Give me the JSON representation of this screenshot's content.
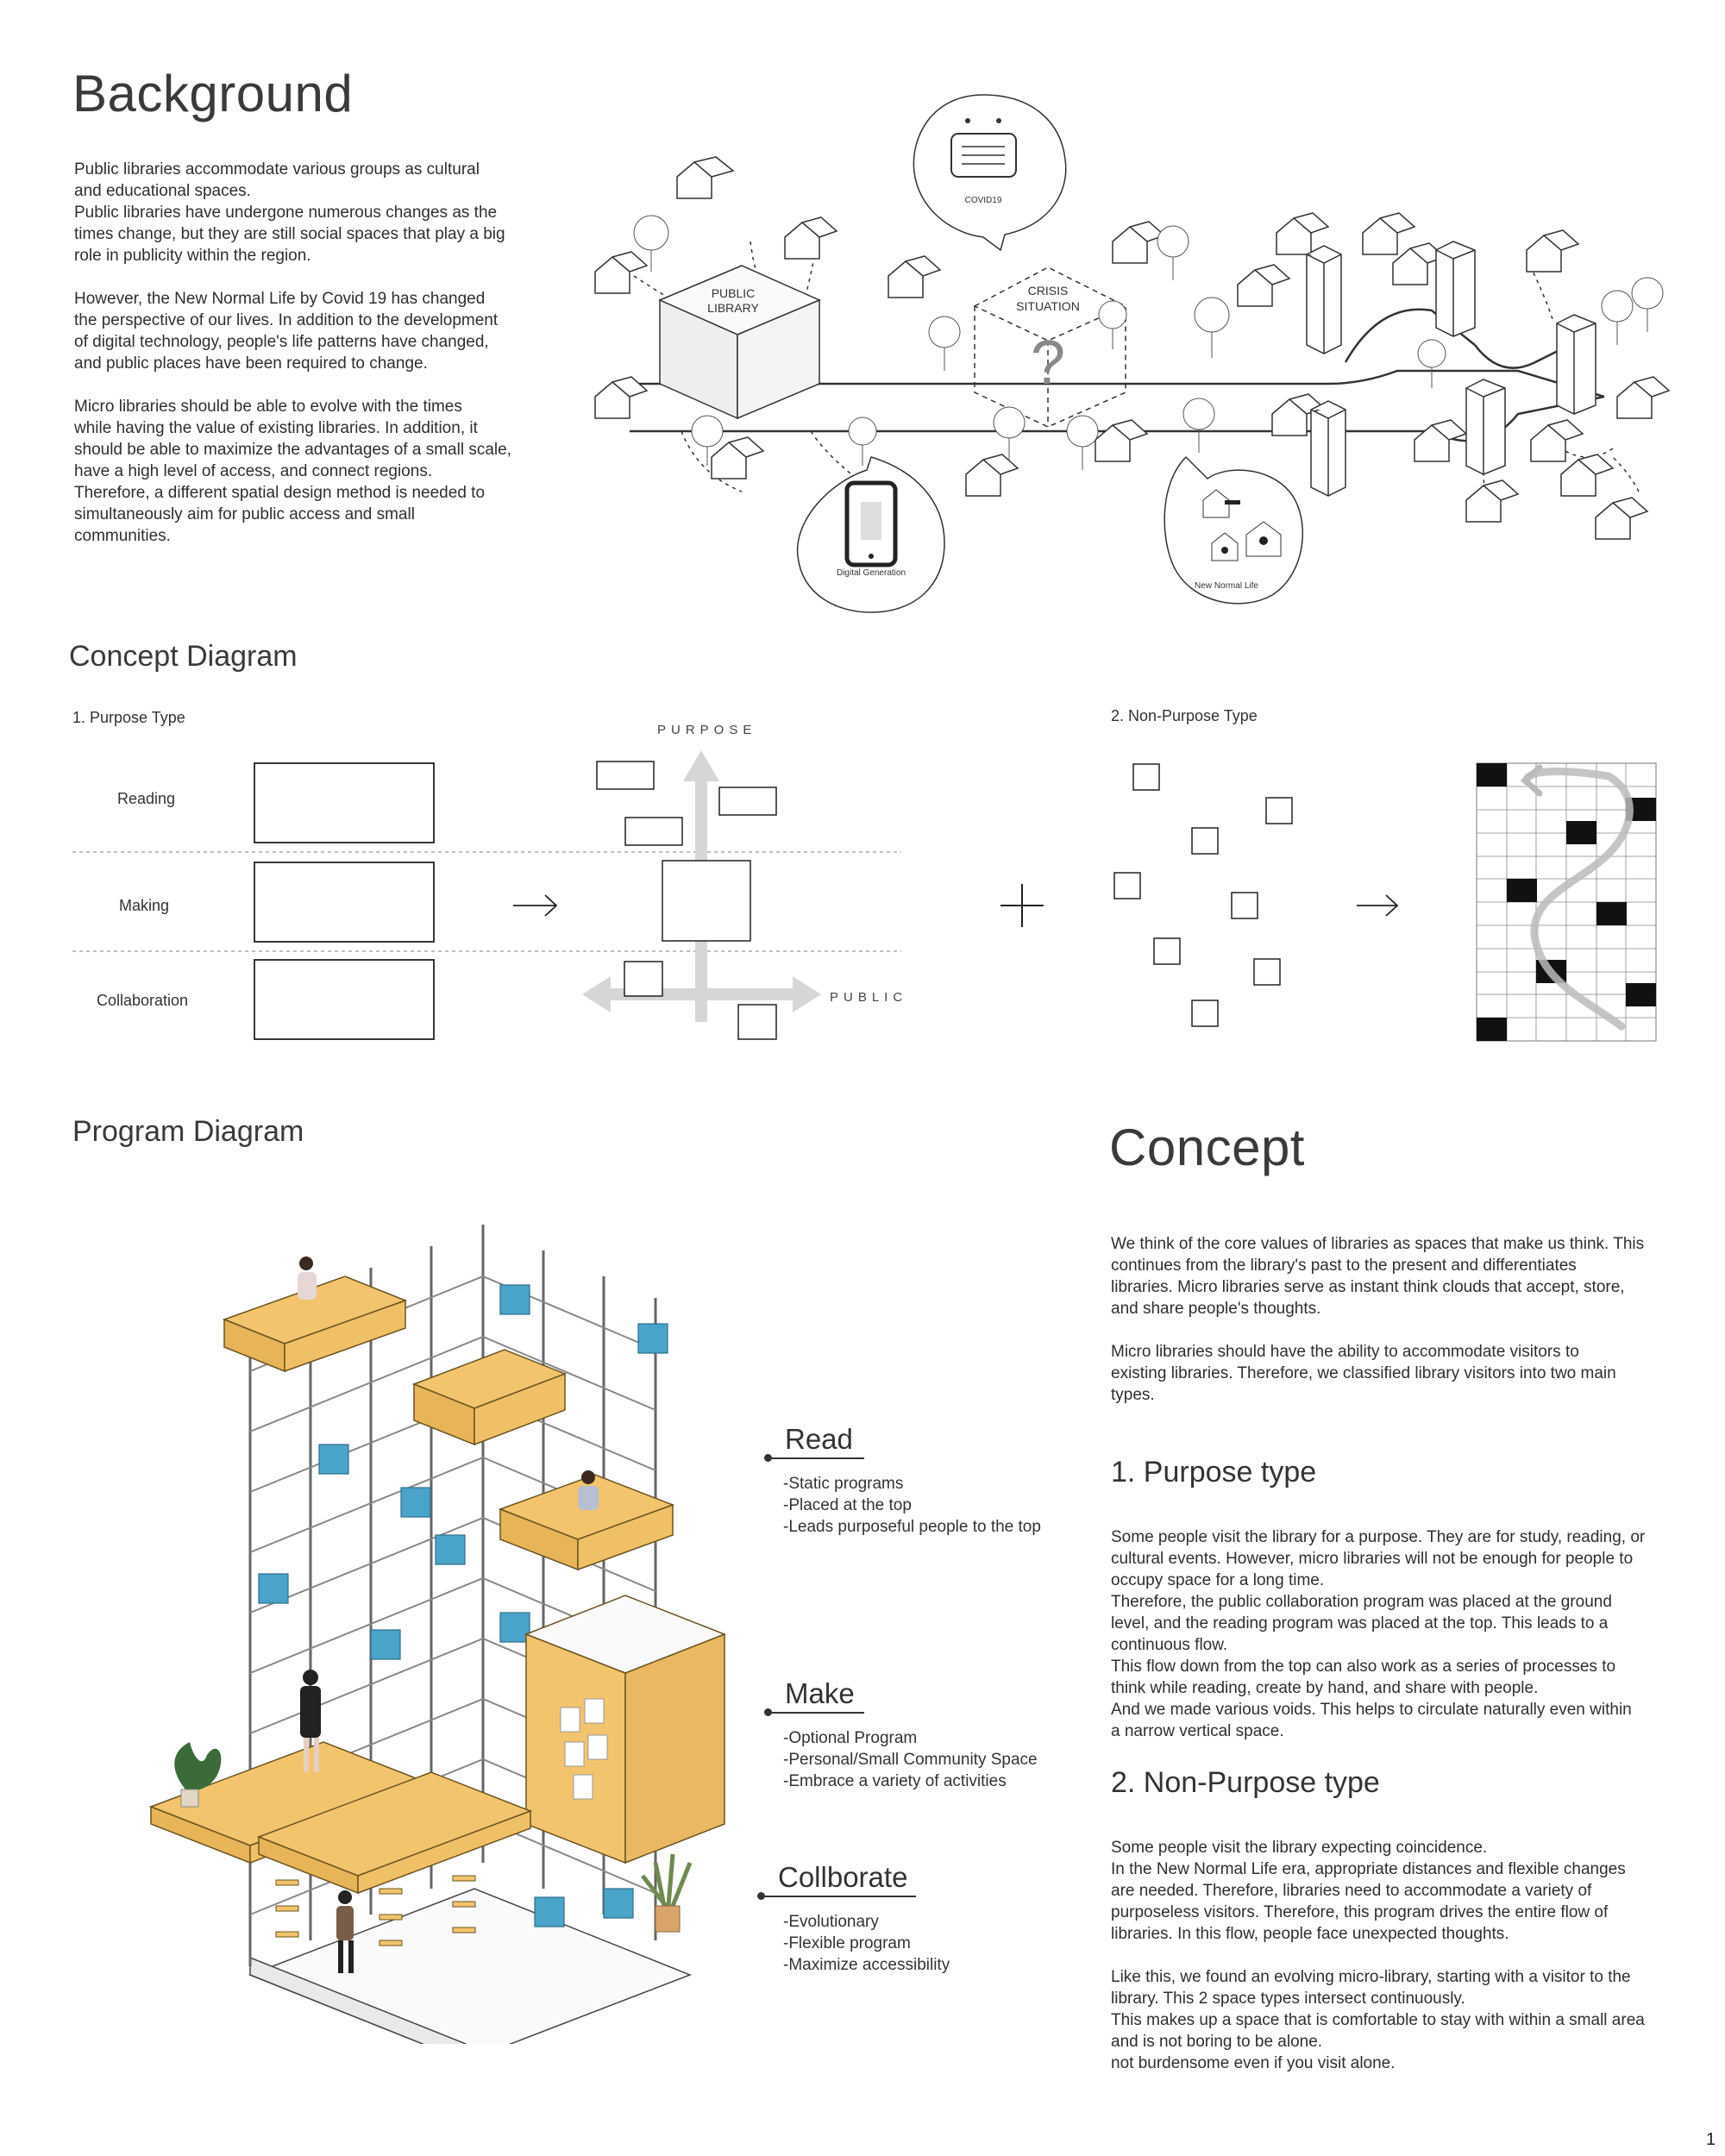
{
  "background": {
    "title": "Background",
    "paragraphs": [
      "Public libraries accommodate various groups as cultural\nand educational spaces.\nPublic libraries have undergone numerous changes as the\ntimes change, but they are still social spaces that play a big\nrole in publicity within the region.",
      "However, the New Normal Life by Covid 19 has changed\nthe perspective of our lives. In addition to the development\nof digital technology, people's life patterns have changed,\nand public places have been required to change.",
      "Micro libraries should be able to evolve with the times\nwhile having the value of existing libraries. In addition, it\nshould be able to maximize the advantages of a small scale,\nhave a high level of access, and connect regions.\nTherefore, a different spatial design method is needed to\nsimultaneously aim for public access and small\ncommunities."
    ],
    "map_labels": {
      "public_library_1": "PUBLIC",
      "public_library_2": "LIBRARY",
      "crisis_1": "CRISIS",
      "crisis_2": "SITUATION",
      "question": "?",
      "covid": "COVID19",
      "digital": "Digital Generation",
      "new_normal": "New Normal Life"
    }
  },
  "concept_diagram": {
    "title": "Concept Diagram",
    "purpose_type_label": "1. Purpose Type",
    "non_purpose_type_label": "2. Non-Purpose Type",
    "rows": [
      "Reading",
      "Making",
      "Collaboration"
    ],
    "axis_purpose": "PURPOSE",
    "axis_public": "PUBLIC",
    "arrow_glyph": "→",
    "plus_glyph": "+"
  },
  "program_diagram": {
    "title": "Program Diagram",
    "tags": [
      {
        "title": "Read",
        "items": [
          "-Static programs",
          "-Placed at the top",
          "-Leads purposeful people  to the top"
        ]
      },
      {
        "title": "Make",
        "items": [
          "-Optional Program",
          "-Personal/Small Community Space",
          "-Embrace a variety of activities"
        ]
      },
      {
        "title": "Collborate",
        "items": [
          "-Evolutionary",
          "-Flexible program",
          "-Maximize accessibility"
        ]
      }
    ]
  },
  "concept": {
    "title": "Concept",
    "intro": [
      "We think of the core values of libraries as spaces that make us think. This\ncontinues from the library's past to the present and differentiates\nlibraries. Micro libraries serve as instant think clouds that accept, store,\nand share people's thoughts.",
      "Micro libraries should have the ability to accommodate visitors to\nexisting libraries. Therefore, we classified library visitors into two main\ntypes."
    ],
    "purpose_title": "1. Purpose type",
    "purpose_text": "Some people visit the library for a purpose. They are for study, reading, or\ncultural events. However, micro libraries will not be enough for people to\noccupy space for a long time.\nTherefore, the public collaboration program was placed at the ground\nlevel, and the reading program was placed at the top. This leads to a\ncontinuous flow.\nThis flow down from the top can also work as a series of processes to\nthink while reading, create by hand, and share with people.\nAnd we made various voids. This helps to circulate naturally even within\na narrow vertical space.",
    "non_purpose_title": "2. Non-Purpose type",
    "non_purpose_text": [
      "Some people visit the library expecting coincidence.\nIn the New Normal Life era, appropriate distances and flexible changes\nare needed. Therefore, libraries need to accommodate a variety of\npurposeless visitors. Therefore, this program drives the entire flow of\nlibraries. In this flow, people face unexpected thoughts.",
      "Like this, we found an evolving micro-library, starting with a visitor to the\nlibrary. This 2 space types intersect continuously.\nThis makes up a space that is comfortable to stay with within a small area\nand is not boring to be alone.\nnot burdensome even if you visit alone."
    ]
  },
  "page_number": "1",
  "colors": {
    "accent_yellow": "#f2c46d",
    "accent_blue": "#4aa3c9",
    "text": "#2f2f2f"
  }
}
